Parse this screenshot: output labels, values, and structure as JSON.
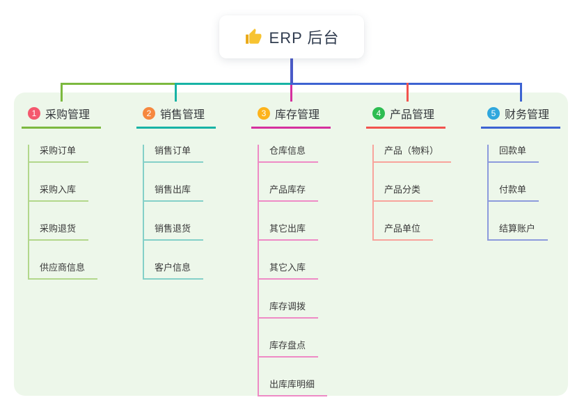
{
  "root": {
    "icon": "thumbs-up-icon",
    "icon_color": "#f7c331",
    "label": "ERP 后台",
    "connector_color": "#4a5ac8"
  },
  "panel": {
    "background": "#edf7ea"
  },
  "branches": [
    {
      "index": "1",
      "label": "采购管理",
      "badge_color": "#f4586e",
      "line_color": "#7cb93f",
      "child_line_color": "#b2d78b",
      "children": [
        "采购订单",
        "采购入库",
        "采购退货",
        "供应商信息"
      ]
    },
    {
      "index": "2",
      "label": "销售管理",
      "badge_color": "#f6883f",
      "line_color": "#17b3a5",
      "child_line_color": "#84d0c8",
      "children": [
        "销售订单",
        "销售出库",
        "销售退货",
        "客户信息"
      ]
    },
    {
      "index": "3",
      "label": "库存管理",
      "badge_color": "#fdb31b",
      "line_color": "#d5309e",
      "child_line_color": "#ee8ac5",
      "children": [
        "仓库信息",
        "产品库存",
        "其它出库",
        "其它入库",
        "库存调拨",
        "库存盘点",
        "出库库明细"
      ]
    },
    {
      "index": "4",
      "label": "产品管理",
      "badge_color": "#2dbd51",
      "line_color": "#f2534e",
      "child_line_color": "#f8a39c",
      "children": [
        "产品（物料）",
        "产品分类",
        "产品单位"
      ]
    },
    {
      "index": "5",
      "label": "财务管理",
      "badge_color": "#2fa7dd",
      "line_color": "#3d63d2",
      "child_line_color": "#8c9adc",
      "children": [
        "回款单",
        "付款单",
        "结算账户"
      ]
    }
  ]
}
